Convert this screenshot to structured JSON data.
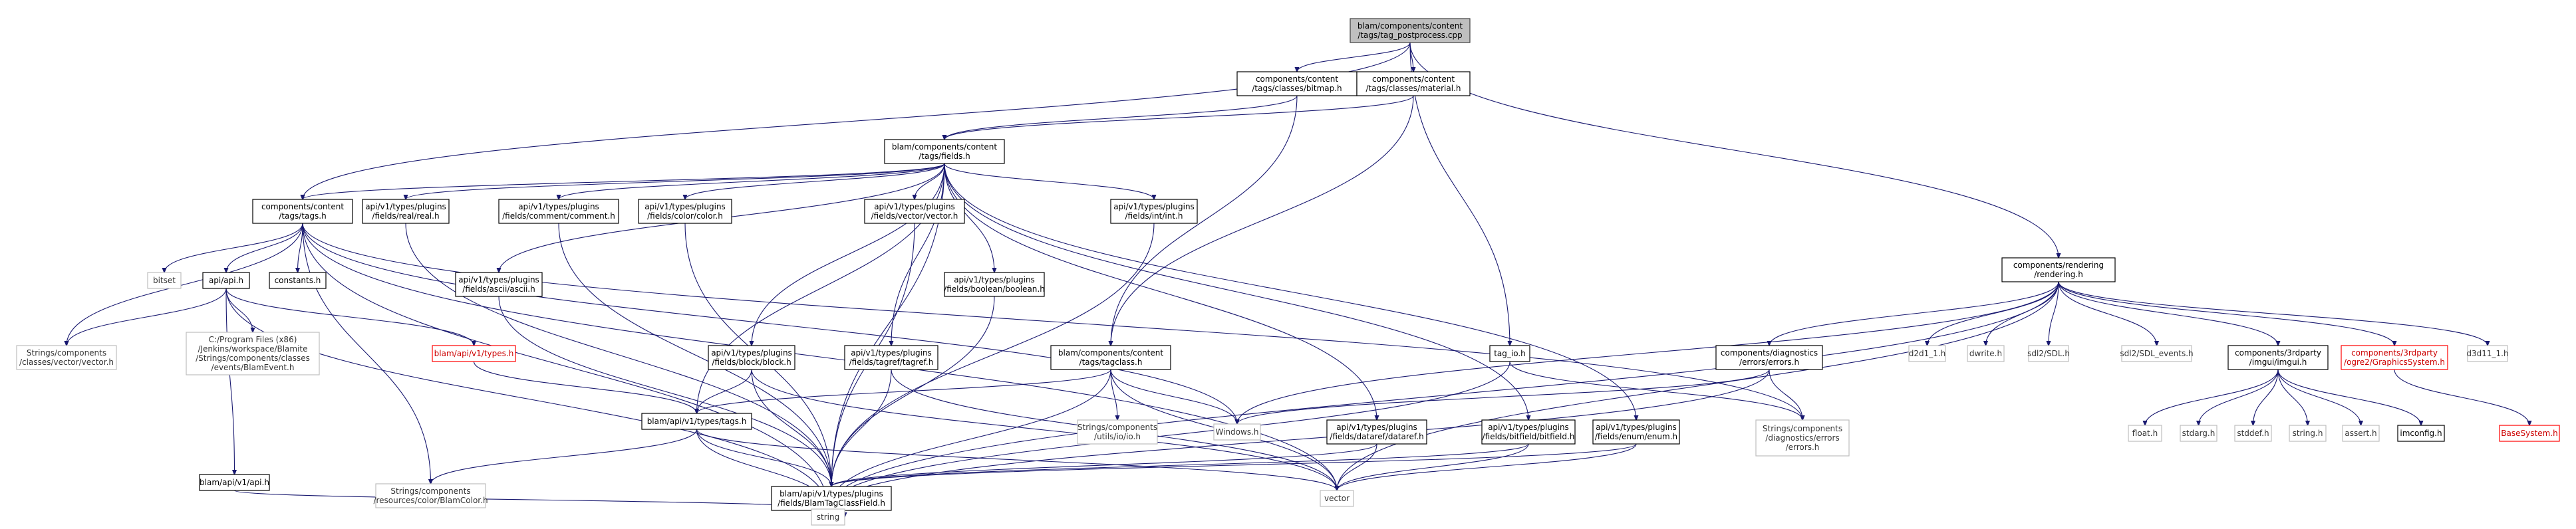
{
  "graph": {
    "title": "blam/components/content/tags/tag_postprocess.cpp",
    "nodes": [
      {
        "id": "root",
        "lines": [
          "blam/components/content",
          "/tags/tag_postprocess.cpp"
        ],
        "kind": "root"
      },
      {
        "id": "bitmap",
        "lines": [
          "components/content",
          "/tags/classes/bitmap.h"
        ],
        "kind": "normal"
      },
      {
        "id": "material",
        "lines": [
          "components/content",
          "/tags/classes/material.h"
        ],
        "kind": "normal"
      },
      {
        "id": "fields",
        "lines": [
          "blam/components/content",
          "/tags/fields.h"
        ],
        "kind": "normal"
      },
      {
        "id": "tags",
        "lines": [
          "components/content",
          "/tags/tags.h"
        ],
        "kind": "normal"
      },
      {
        "id": "realreal",
        "lines": [
          "api/v1/types/plugins",
          "/fields/real/real.h"
        ],
        "kind": "normal"
      },
      {
        "id": "comment",
        "lines": [
          "api/v1/types/plugins",
          "/fields/comment/comment.h"
        ],
        "kind": "normal"
      },
      {
        "id": "color",
        "lines": [
          "api/v1/types/plugins",
          "/fields/color/color.h"
        ],
        "kind": "normal"
      },
      {
        "id": "vector",
        "lines": [
          "api/v1/types/plugins",
          "/fields/vector/vector.h"
        ],
        "kind": "normal"
      },
      {
        "id": "intint",
        "lines": [
          "api/v1/types/plugins",
          "/fields/int/int.h"
        ],
        "kind": "normal"
      },
      {
        "id": "rendering",
        "lines": [
          "components/rendering",
          "/rendering.h"
        ],
        "kind": "normal"
      },
      {
        "id": "bitset",
        "lines": [
          "bitset"
        ],
        "kind": "missing"
      },
      {
        "id": "apih",
        "lines": [
          "api/api.h"
        ],
        "kind": "normal"
      },
      {
        "id": "constants",
        "lines": [
          "constants.h"
        ],
        "kind": "normal"
      },
      {
        "id": "ascii",
        "lines": [
          "api/v1/types/plugins",
          "/fields/ascii/ascii.h"
        ],
        "kind": "normal"
      },
      {
        "id": "boolean",
        "lines": [
          "api/v1/types/plugins",
          "/fields/boolean/boolean.h"
        ],
        "kind": "normal"
      },
      {
        "id": "strvector",
        "lines": [
          "Strings/components",
          "/classes/vector/vector.h"
        ],
        "kind": "missing"
      },
      {
        "id": "blamevent",
        "lines": [
          "C:/Program Files (x86)",
          "/Jenkins/workspace/Blamite",
          "/Strings/components/classes",
          "/events/BlamEvent.h"
        ],
        "kind": "missing"
      },
      {
        "id": "typesh",
        "lines": [
          "blam/api/v1/types.h"
        ],
        "kind": "nodoc"
      },
      {
        "id": "block",
        "lines": [
          "api/v1/types/plugins",
          "/fields/block/block.h"
        ],
        "kind": "normal"
      },
      {
        "id": "tagref",
        "lines": [
          "api/v1/types/plugins",
          "/fields/tagref/tagref.h"
        ],
        "kind": "normal"
      },
      {
        "id": "tagclass",
        "lines": [
          "blam/components/content",
          "/tags/tagclass.h"
        ],
        "kind": "normal"
      },
      {
        "id": "tagio",
        "lines": [
          "tag_io.h"
        ],
        "kind": "normal"
      },
      {
        "id": "errors",
        "lines": [
          "components/diagnostics",
          "/errors/errors.h"
        ],
        "kind": "normal"
      },
      {
        "id": "d2d1",
        "lines": [
          "d2d1_1.h"
        ],
        "kind": "missing"
      },
      {
        "id": "dwrite",
        "lines": [
          "dwrite.h"
        ],
        "kind": "missing"
      },
      {
        "id": "sdl",
        "lines": [
          "sdl2/SDL.h"
        ],
        "kind": "missing"
      },
      {
        "id": "sdlevents",
        "lines": [
          "sdl2/SDL_events.h"
        ],
        "kind": "missing"
      },
      {
        "id": "imgui",
        "lines": [
          "components/3rdparty",
          "/imgui/imgui.h"
        ],
        "kind": "normal"
      },
      {
        "id": "ogre",
        "lines": [
          "components/3rdparty",
          "/ogre2/GraphicsSystem.h"
        ],
        "kind": "nodoc"
      },
      {
        "id": "d3d11",
        "lines": [
          "d3d11_1.h"
        ],
        "kind": "missing"
      },
      {
        "id": "typestags",
        "lines": [
          "blam/api/v1/types/tags.h"
        ],
        "kind": "normal"
      },
      {
        "id": "ioutils",
        "lines": [
          "Strings/components",
          "/utils/io/io.h"
        ],
        "kind": "missing"
      },
      {
        "id": "windows",
        "lines": [
          "Windows.h"
        ],
        "kind": "missing"
      },
      {
        "id": "dataref",
        "lines": [
          "api/v1/types/plugins",
          "/fields/dataref/dataref.h"
        ],
        "kind": "normal"
      },
      {
        "id": "bitfield",
        "lines": [
          "api/v1/types/plugins",
          "/fields/bitfield/bitfield.h"
        ],
        "kind": "normal"
      },
      {
        "id": "enum",
        "lines": [
          "api/v1/types/plugins",
          "/fields/enum/enum.h"
        ],
        "kind": "normal"
      },
      {
        "id": "diagerrors",
        "lines": [
          "Strings/components",
          "/diagnostics/errors",
          "/errors.h"
        ],
        "kind": "missing"
      },
      {
        "id": "float",
        "lines": [
          "float.h"
        ],
        "kind": "missing"
      },
      {
        "id": "stdarg",
        "lines": [
          "stdarg.h"
        ],
        "kind": "missing"
      },
      {
        "id": "stddef",
        "lines": [
          "stddef.h"
        ],
        "kind": "missing"
      },
      {
        "id": "stringh",
        "lines": [
          "string.h"
        ],
        "kind": "missing"
      },
      {
        "id": "assert",
        "lines": [
          "assert.h"
        ],
        "kind": "missing"
      },
      {
        "id": "imconfig",
        "lines": [
          "imconfig.h"
        ],
        "kind": "normal"
      },
      {
        "id": "basesystem",
        "lines": [
          "BaseSystem.h"
        ],
        "kind": "nodoc"
      },
      {
        "id": "apih2",
        "lines": [
          "blam/api/v1/api.h"
        ],
        "kind": "normal"
      },
      {
        "id": "blamcolor",
        "lines": [
          "Strings/components",
          "/resources/color/BlamColor.h"
        ],
        "kind": "missing"
      },
      {
        "id": "tagclassfield",
        "lines": [
          "blam/api/v1/types/plugins",
          "/fields/BlamTagClassField.h"
        ],
        "kind": "normal"
      },
      {
        "id": "vectorstd",
        "lines": [
          "vector"
        ],
        "kind": "missing"
      },
      {
        "id": "string",
        "lines": [
          "string"
        ],
        "kind": "missing"
      }
    ]
  },
  "colors": {
    "edge": "#191970",
    "root_fill": "#bfbfbf",
    "missing_border": "#bfbfbf",
    "nodoc_border": "#ff0000"
  }
}
